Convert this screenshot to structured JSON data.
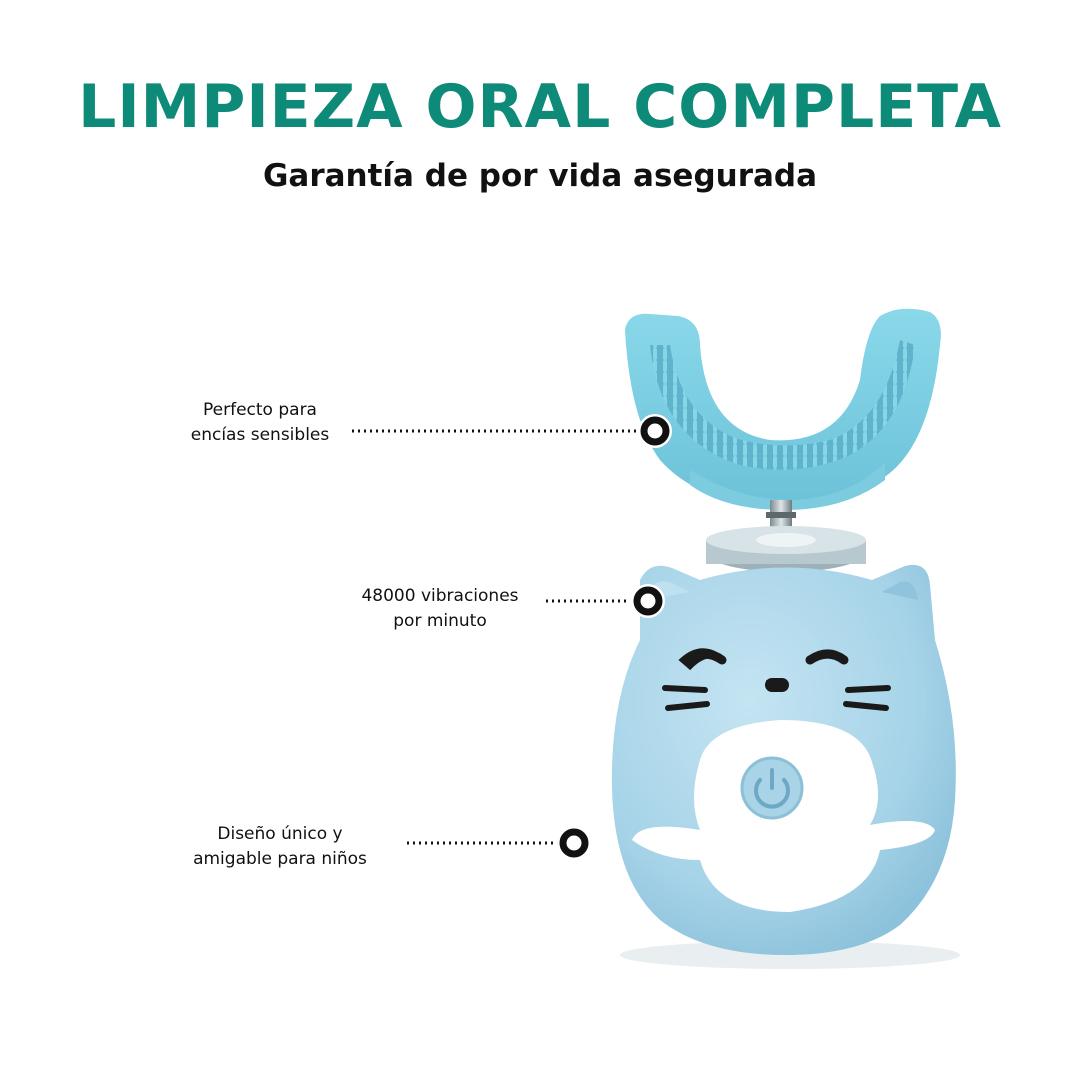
{
  "header": {
    "title": "LIMPIEZA ORAL COMPLETA",
    "subtitle": "Garantía de por vida asegurada"
  },
  "colors": {
    "accent": "#0e8a78",
    "brush_body": "#a9d6ea",
    "brush_head": "#7fd0e3",
    "belly": "#ffffff",
    "marker": "#111111"
  },
  "callouts": [
    {
      "line1": "Perfecto para",
      "line2": "encías sensibles"
    },
    {
      "line1": "48000 vibraciones",
      "line2": "por minuto"
    },
    {
      "line1": "Diseño único y",
      "line2": "amigable para niños"
    }
  ],
  "icons": {
    "power": "power-icon",
    "marker": "circle-marker-icon"
  }
}
